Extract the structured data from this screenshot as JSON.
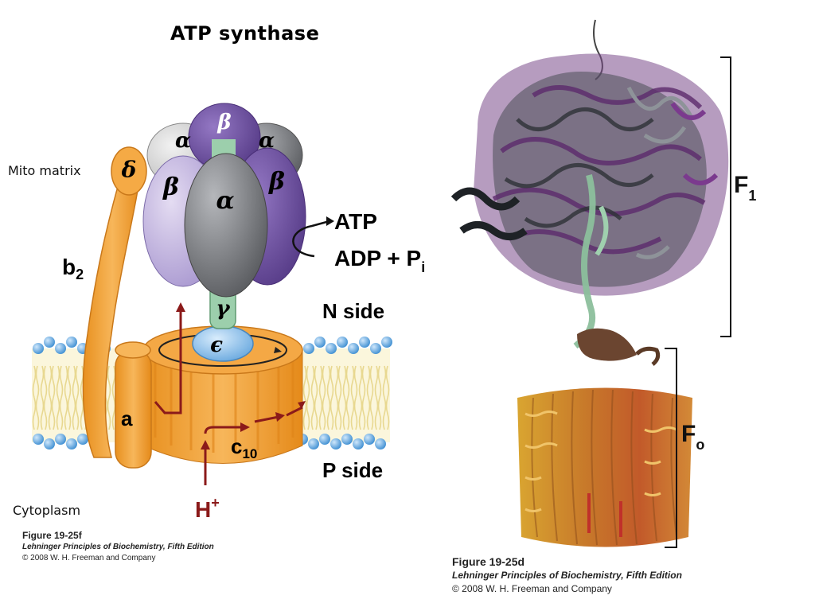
{
  "title": "ATP synthase",
  "left_diagram": {
    "mito_matrix": "Mito matrix",
    "cytoplasm": "Cytoplasm",
    "n_side": "N side",
    "p_side": "P side",
    "atp": "ATP",
    "adp_pi": "ADP + P",
    "pi_sub": "i",
    "h_plus": "H",
    "h_sup": "+",
    "b2": "b",
    "b2_sub": "2",
    "a": "a",
    "c10": "c",
    "c10_sub": "10",
    "alpha": "α",
    "beta": "β",
    "delta": "δ",
    "gamma": "γ",
    "epsilon": "ϵ",
    "figure": "Figure 19-25f",
    "book": "Lehninger Principles of Biochemistry, Fifth Edition",
    "copyright": "© 2008 W. H. Freeman and Company"
  },
  "right_diagram": {
    "f1": "F",
    "f1_sub": "1",
    "fo": "F",
    "fo_sub": "o",
    "figure": "Figure 19-25d",
    "book": "Lehninger Principles of Biochemistry, Fifth Edition",
    "copyright": "© 2008 W. H. Freeman and Company"
  },
  "colors": {
    "beta_light": "#b7a8d6",
    "beta_dark": "#6a4c9c",
    "alpha_gray": "#8d8f93",
    "orange": "#f2a13c",
    "membrane_blue": "#5aa5e0",
    "arrow_red": "#8b1a1a",
    "purple_ribbon": "#6b2a78",
    "green_ribbon": "#8cbf9c"
  }
}
